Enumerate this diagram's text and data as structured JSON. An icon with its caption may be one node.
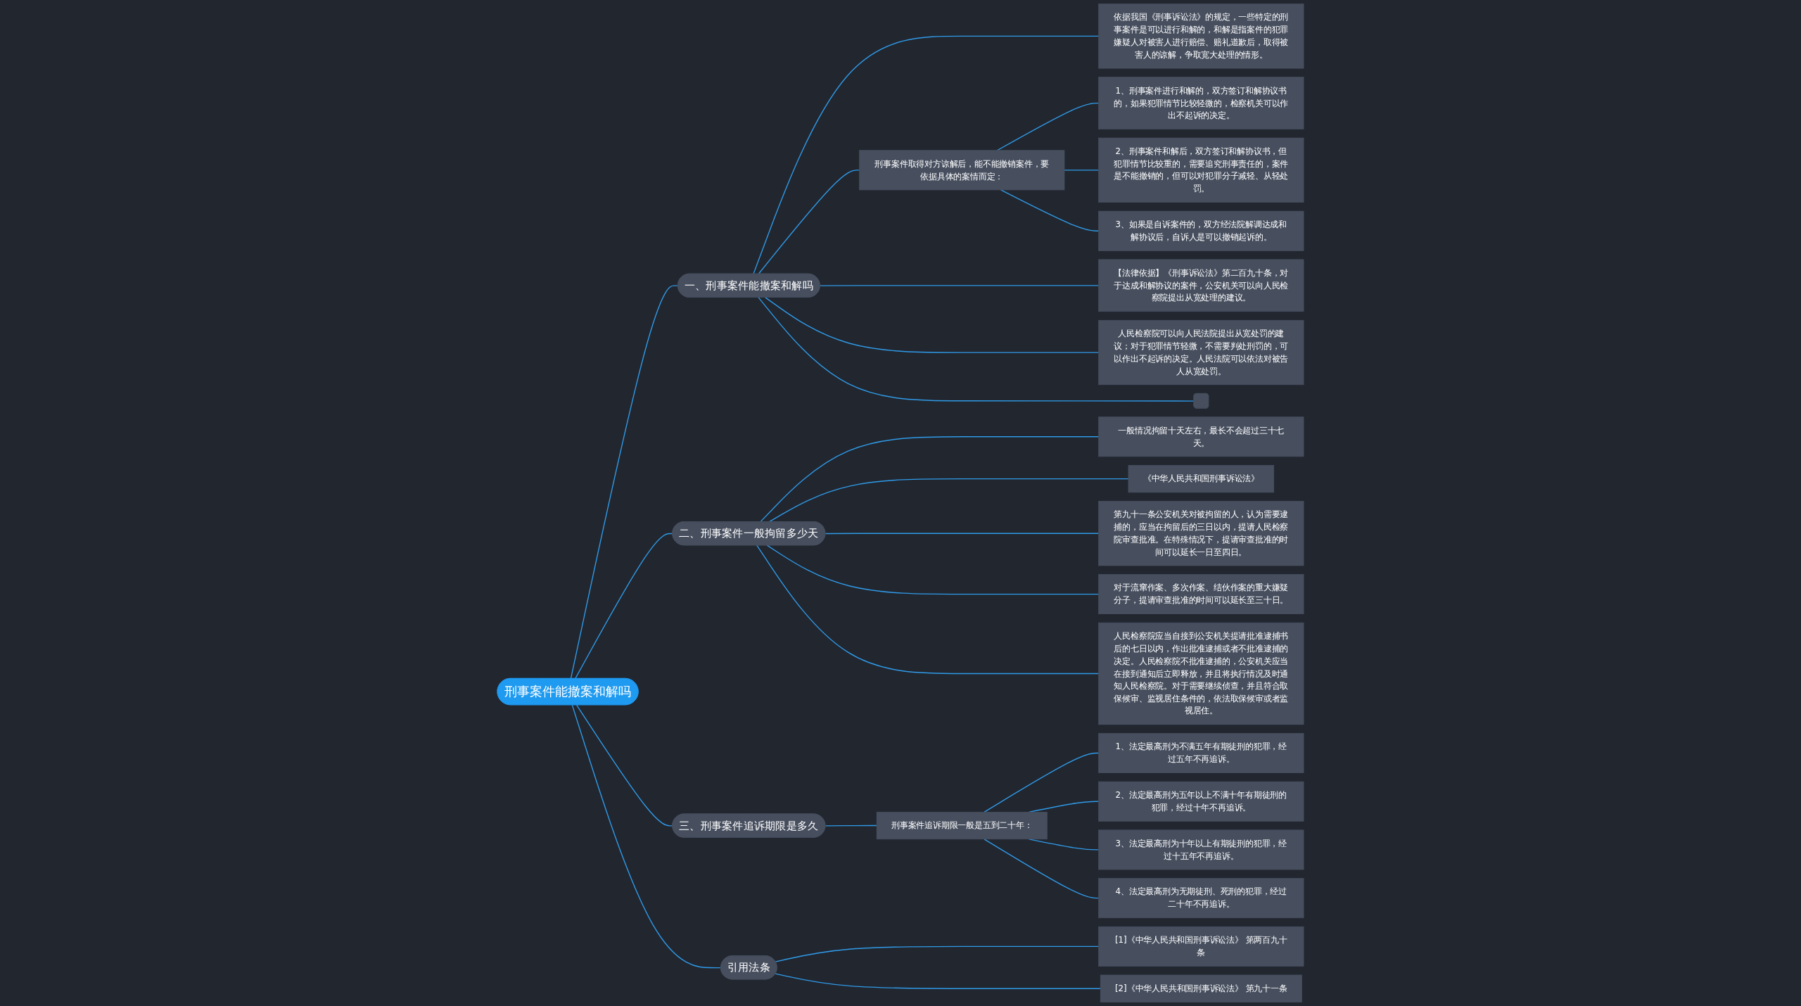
{
  "diagram": {
    "nodes": [
      {
        "text": [
          "刑事案件能撤案和解吗"
        ]
      },
      {
        "text": [
          "一、刑事案件能撤案和解吗"
        ]
      },
      {
        "text": [
          "依据我国《刑事诉讼法》的规定，一些特定的刑事案件是可以进行和解的，和解是指案件的犯罪嫌疑人对被害人进行赔偿、赔礼道歉后，取得被害人的谅解，争取宽大处理的情形。"
        ]
      },
      {
        "text": [
          "刑事案件取得对方谅解后，能不能撤销案件，要依据具体的案情而定："
        ]
      },
      {
        "text": [
          "1、刑事案件进行和解的，双方签订和解协议书的，如果犯罪情节比较轻微的，检察机关可以作出不起诉的决定。"
        ]
      },
      {
        "text": [
          "2、刑事案件和解后，双方签订和解协议书，但犯罪情节比较重的，需要追究刑事责任的，案件是不能撤销的，但可以对犯罪分子减轻、从轻处罚。"
        ]
      },
      {
        "text": [
          "3、如果是自诉案件的，双方经法院解调达成和解协议后，自诉人是可以撤销起诉的。"
        ]
      },
      {
        "text": [
          "【法律依据】《刑事诉讼法》第二百九十条，对于达成和解协议的案件，公安机关可以向人民检察院提出从宽处理的建议。"
        ]
      },
      {
        "text": [
          "人民检察院可以向人民法院提出从宽处罚的建议；对于犯罪情节轻微，不需要判处刑罚的，可以作出不起诉的决定。人民法院可以依法对被告人从宽处罚。"
        ]
      },
      {
        "text": [],
        "shape": "box"
      },
      {
        "text": [
          "二、刑事案件一般拘留多少天"
        ]
      },
      {
        "text": [
          "一般情况拘留十天左右，最长不会超过三十七天。"
        ]
      },
      {
        "text": [
          "《中华人民共和国刑事诉讼法》"
        ]
      },
      {
        "text": [
          "第九十一条公安机关对被拘留的人，认为需要逮捕的，应当在拘留后的三日以内，提请人民检察院审查批准。在特殊情况下，提请审查批准的时间可以延长一日至四日。"
        ]
      },
      {
        "text": [
          "对于流窜作案、多次作案、结伙作案的重大嫌疑分子，提请审查批准的时间可以延长至三十日。"
        ]
      },
      {
        "text": [
          "人民检察院应当自接到公安机关提请批准逮捕书后的七日以内，作出批准逮捕或者不批准逮捕的决定。人民检察院不批准逮捕的，公安机关应当在接到通知后立即释放，并且将执行情况及时通知人民检察院。对于需要继续侦查，并且符合取保候审、监视居住条件的，依法取保候审或者监视居住。"
        ]
      },
      {
        "text": [
          "三、刑事案件追诉期限是多久"
        ]
      },
      {
        "text": [
          "刑事案件追诉期限一般是五到二十年："
        ]
      },
      {
        "text": [
          "1、法定最高刑为不满五年有期徒刑的犯罪，经过五年不再追诉。"
        ]
      },
      {
        "text": [
          "2、法定最高刑为五年以上不满十年有期徒刑的犯罪，经过十年不再追诉。"
        ]
      },
      {
        "text": [
          "3、法定最高刑为十年以上有期徒刑的犯罪，经过十五年不再追诉。"
        ]
      },
      {
        "text": [
          "4、法定最高刑为无期徒刑、死刑的犯罪，经过二十年不再追诉。"
        ]
      },
      {
        "text": [
          "引用法条"
        ]
      },
      {
        "text": [
          "[1]《中华人民共和国刑事诉讼法》 第两百九十条"
        ]
      },
      {
        "text": [
          "[2]《中华人民共和国刑事诉讼法》 第九十一条"
        ]
      }
    ],
    "edges": [
      {
        "from": 0,
        "to": 1,
        "arrow": "none"
      },
      {
        "from": 1,
        "to": 2,
        "arrow": "none"
      },
      {
        "from": 1,
        "to": 3,
        "arrow": "none"
      },
      {
        "from": 3,
        "to": 4,
        "arrow": "none"
      },
      {
        "from": 3,
        "to": 5,
        "arrow": "none"
      },
      {
        "from": 3,
        "to": 6,
        "arrow": "none"
      },
      {
        "from": 1,
        "to": 7,
        "arrow": "none"
      },
      {
        "from": 1,
        "to": 8,
        "arrow": "none"
      },
      {
        "from": 1,
        "to": 9,
        "arrow": "none"
      },
      {
        "from": 0,
        "to": 10,
        "arrow": "none"
      },
      {
        "from": 10,
        "to": 11,
        "arrow": "none"
      },
      {
        "from": 10,
        "to": 12,
        "arrow": "none"
      },
      {
        "from": 10,
        "to": 13,
        "arrow": "none"
      },
      {
        "from": 10,
        "to": 14,
        "arrow": "none"
      },
      {
        "from": 10,
        "to": 15,
        "arrow": "none"
      },
      {
        "from": 0,
        "to": 16,
        "arrow": "none"
      },
      {
        "from": 16,
        "to": 17,
        "arrow": "none"
      },
      {
        "from": 17,
        "to": 18,
        "arrow": "none"
      },
      {
        "from": 17,
        "to": 19,
        "arrow": "none"
      },
      {
        "from": 17,
        "to": 20,
        "arrow": "none"
      },
      {
        "from": 17,
        "to": 21,
        "arrow": "none"
      },
      {
        "from": 0,
        "to": 22,
        "arrow": "none"
      },
      {
        "from": 22,
        "to": 23,
        "arrow": "none"
      },
      {
        "from": 22,
        "to": 24,
        "arrow": "none"
      }
    ]
  }
}
